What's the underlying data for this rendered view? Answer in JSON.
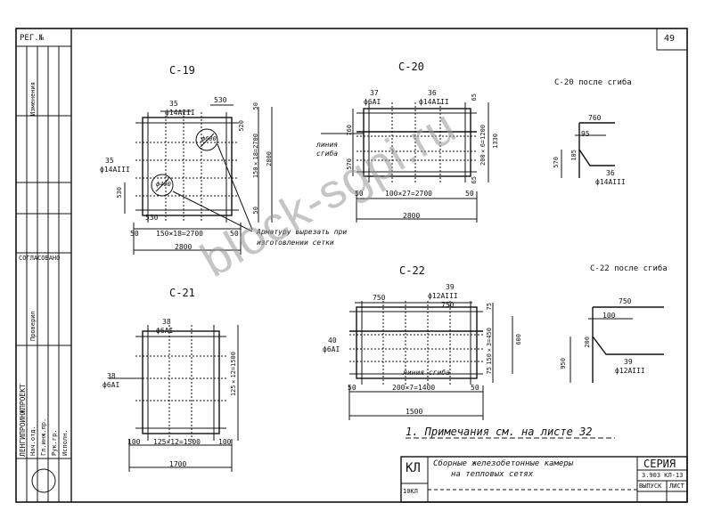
{
  "sheet_number": "49",
  "left_stamp": {
    "inv_label": "РЕГ.№",
    "approval": "СОГЛАСОВАНО",
    "org": "ЛЕНГИПРОИНЖПРОЕКТ",
    "rows_text": [
      "Нач.отд.",
      "Гл.инж.пр.",
      "Рук.гр.",
      "Исполн.",
      "Проверил",
      "Изменения"
    ]
  },
  "drawings": {
    "c19": {
      "title": "С-19",
      "top_dims": [
        "35",
        "530"
      ],
      "left_dims": [
        "35",
        "530"
      ],
      "right_dims": [
        "50",
        "520",
        "150×18=2700",
        "2800",
        "50"
      ],
      "bottom_dims": [
        "530",
        "50",
        "150×18=2700",
        "50"
      ],
      "total": "2800",
      "bar_labels": [
        "ф14АIII",
        "ф14АIII"
      ],
      "hole_labels": [
        "ф600",
        "ф400"
      ]
    },
    "c20": {
      "title": "С-20",
      "top_dims": [
        "37",
        "36"
      ],
      "top_bars": [
        "ф6АI",
        "ф14АIII"
      ],
      "side_label": "линия сгиба",
      "left_dims": [
        "760",
        "570"
      ],
      "right_dims": [
        "65",
        "200×6=1200",
        "1330",
        "65"
      ],
      "bottom_dims": [
        "50",
        "100×27=2700",
        "50"
      ],
      "total": "2800"
    },
    "c20_bent": {
      "title": "С-20 после сгиба",
      "dims": [
        "760",
        "95",
        "105",
        "570",
        "36"
      ],
      "bar": "ф14АIII"
    },
    "c21": {
      "title": "С-21",
      "top_dims": [
        "38"
      ],
      "top_bar": "ф6АI",
      "left_dims": [
        "38"
      ],
      "left_bar": "ф6АI",
      "right_dims": [
        "125×12=1500"
      ],
      "bottom_dims": [
        "100",
        "125×12=1500",
        "100"
      ],
      "total": "1700"
    },
    "c22": {
      "title": "С-22",
      "top_dims": [
        "39",
        "750",
        "ф12АIII",
        "750"
      ],
      "left_dims": [
        "40"
      ],
      "left_bar": "ф6АI",
      "right_dims": [
        "75",
        "150×3=450",
        "600",
        "75"
      ],
      "side_label": "линия сгиба",
      "bottom_dims": [
        "50",
        "200×7=1400",
        "50"
      ],
      "total": "1500"
    },
    "c22_bent": {
      "title": "С-22 после сгиба",
      "dims": [
        "750",
        "100",
        "200",
        "950",
        "39"
      ],
      "bar": "ф12АIII"
    }
  },
  "note": "1. Примечания см. на листе 32",
  "cut_note": "Арматуру вырезать при изготовлении сетки",
  "title_block": {
    "code": "КЛ",
    "description_line1": "Сборные железобетонные камеры",
    "description_line2": "на тепловых сетях",
    "series_label": "СЕРИЯ",
    "series_value": "3.903 КЛ-13",
    "issue_label": "ВЫПУСК",
    "sheet_label": "ЛИСТ",
    "sheet_code": "10КЛ"
  },
  "watermark": "block-sgpi.ru"
}
